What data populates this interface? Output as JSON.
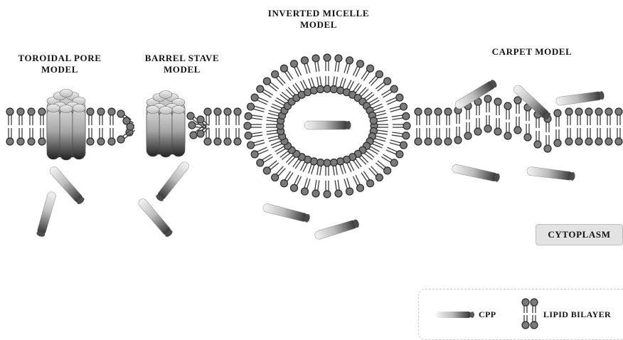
{
  "labels": {
    "toroidal_line1": "TOROIDAL PORE",
    "toroidal_line2": "MODEL",
    "barrel_line1": "BARREL STAVE",
    "barrel_line2": "MODEL",
    "micelle_line1": "INVERTED MICELLE",
    "micelle_line2": "MODEL",
    "carpet": "CARPET MODEL",
    "cytoplasm": "CYTOPLASM"
  },
  "legend": {
    "cpp": "CPP",
    "lipid_bilayer": "LIPID BILAYER"
  },
  "colors": {
    "head_fill": "#7a7a7a",
    "head_stroke": "#2a2a2a",
    "tail": "#3a3a3a",
    "cpp_dark": "#2e2e2e",
    "cpp_light": "#f2f2f2",
    "box_bg": "#e3e3e3"
  }
}
